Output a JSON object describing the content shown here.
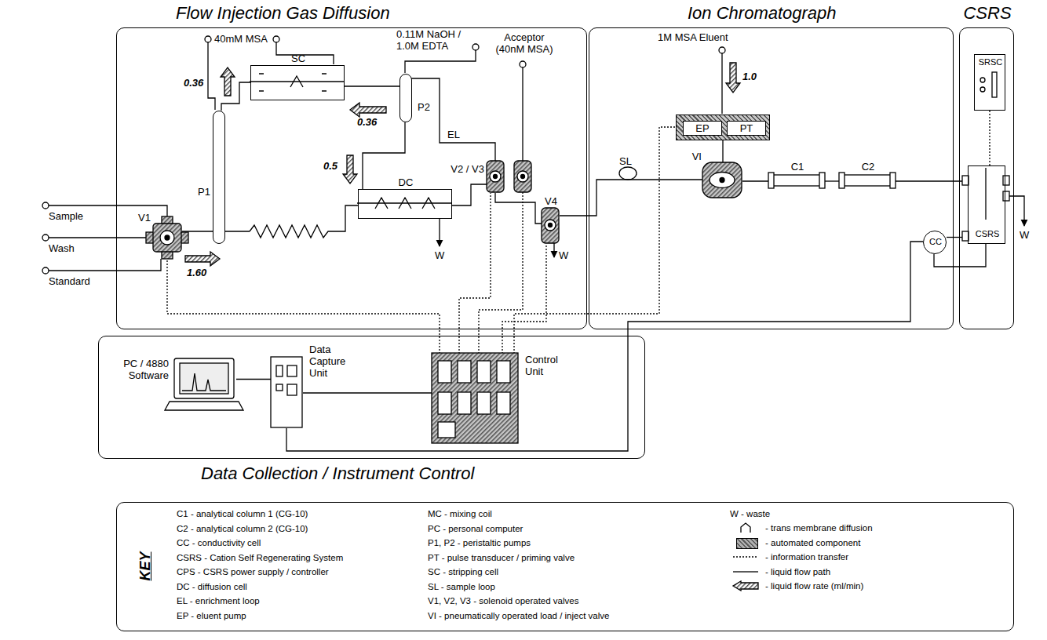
{
  "diagram": {
    "nodes": [
      {
        "text": [
          "Flow Injection Gas Diffusion"
        ]
      },
      {
        "text": [
          "SC"
        ],
        "in": 0
      },
      {
        "text": [
          "P1"
        ],
        "in": 0
      },
      {
        "text": [
          "P2"
        ],
        "in": 0
      },
      {
        "text": [
          "DC"
        ],
        "in": 0
      },
      {
        "text": [
          "V1"
        ],
        "in": 0
      },
      {
        "text": [
          "V2 / V3"
        ],
        "in": 0
      },
      {
        "text": [
          "V4"
        ],
        "in": 0
      },
      {
        "text": [
          "Ion Chromatograph"
        ]
      },
      {
        "text": [
          "EP",
          "PT"
        ],
        "in": 8
      },
      {
        "text": [
          "VI"
        ],
        "in": 8
      },
      {
        "text": [
          "C1"
        ],
        "in": 8
      },
      {
        "text": [
          "C2"
        ],
        "in": 8
      },
      {
        "text": [
          "CC"
        ],
        "in": 8
      },
      {
        "text": [
          "CSRS"
        ]
      },
      {
        "text": [
          "SRSC"
        ],
        "in": 14
      },
      {
        "text": [
          "CSRS"
        ],
        "in": 14
      },
      {
        "text": [
          "Data Collection / Instrument Control"
        ]
      },
      {
        "text": [
          "PC / 4880 Software"
        ],
        "in": 17
      },
      {
        "text": [
          "Data Capture Unit"
        ],
        "in": 17
      },
      {
        "text": [
          "Control Unit"
        ],
        "in": 17
      },
      {
        "text": [
          "KEY"
        ]
      }
    ],
    "edges": [
      {
        "from": 5,
        "to": 2,
        "arrow": "none"
      },
      {
        "from": 2,
        "to": 4,
        "arrow": "none"
      },
      {
        "from": 2,
        "to": 1,
        "arrow": "none"
      },
      {
        "from": 3,
        "to": 1,
        "arrow": "none"
      },
      {
        "from": 3,
        "to": 4,
        "arrow": "none"
      },
      {
        "from": 4,
        "to": 6,
        "arrow": "none"
      },
      {
        "from": 6,
        "to": 7,
        "arrow": "none"
      },
      {
        "from": 7,
        "to": 10,
        "arrow": "none"
      },
      {
        "from": 9,
        "to": 10,
        "arrow": "none"
      },
      {
        "from": 10,
        "to": 11,
        "arrow": "none"
      },
      {
        "from": 11,
        "to": 12,
        "arrow": "none"
      },
      {
        "from": 12,
        "to": 16,
        "arrow": "none"
      },
      {
        "from": 16,
        "to": 13,
        "arrow": "none"
      },
      {
        "from": 13,
        "to": 16,
        "arrow": "none"
      },
      {
        "from": 13,
        "to": 19,
        "arrow": "none"
      },
      {
        "from": 20,
        "to": 5,
        "arrow": "none"
      },
      {
        "from": 20,
        "to": 6,
        "arrow": "none"
      },
      {
        "from": 20,
        "to": 7,
        "arrow": "none"
      },
      {
        "from": 20,
        "to": 9,
        "arrow": "none"
      },
      {
        "from": 20,
        "to": 19,
        "arrow": "none"
      },
      {
        "from": 19,
        "to": 18,
        "arrow": "none"
      },
      {
        "from": 15,
        "to": 16,
        "arrow": "none"
      }
    ],
    "labels": [
      "40mM MSA",
      "0.11M NaOH / 1.0M EDTA",
      "Acceptor (40nM MSA)",
      "1M MSA Eluent",
      "0.36",
      "0.36",
      "0.5",
      "1.60",
      "1.0",
      "Sample",
      "Wash",
      "Standard",
      "EL",
      "SL",
      "W",
      "W",
      "W",
      "C1 - analytical column 1 (CG-10)",
      "C2 - analytical column 2 (CG-10)",
      "CC - conductivity cell",
      "CSRS - Cation Self Regenerating System",
      "CPS - CSRS power supply / controller",
      "DC - diffusion cell",
      "EL - enrichment loop",
      "EP - eluent pump",
      "MC - mixing coil",
      "PC - personal computer",
      "P1, P2 - peristaltic pumps",
      "PT - pulse transducer / priming valve",
      "SC - stripping cell",
      "SL - sample loop",
      "V1, V2, V3 - solenoid operated valves",
      "VI - pneumatically operated load / inject valve",
      "W - waste"
    ],
    "legend": [
      {
        "text": "- trans membrane diffusion"
      },
      {
        "text": "- automated component",
        "color": "#8c8c8c"
      },
      {
        "text": "- information transfer"
      },
      {
        "text": "- liquid flow path"
      },
      {
        "text": "- liquid flow rate (ml/min)"
      }
    ]
  }
}
